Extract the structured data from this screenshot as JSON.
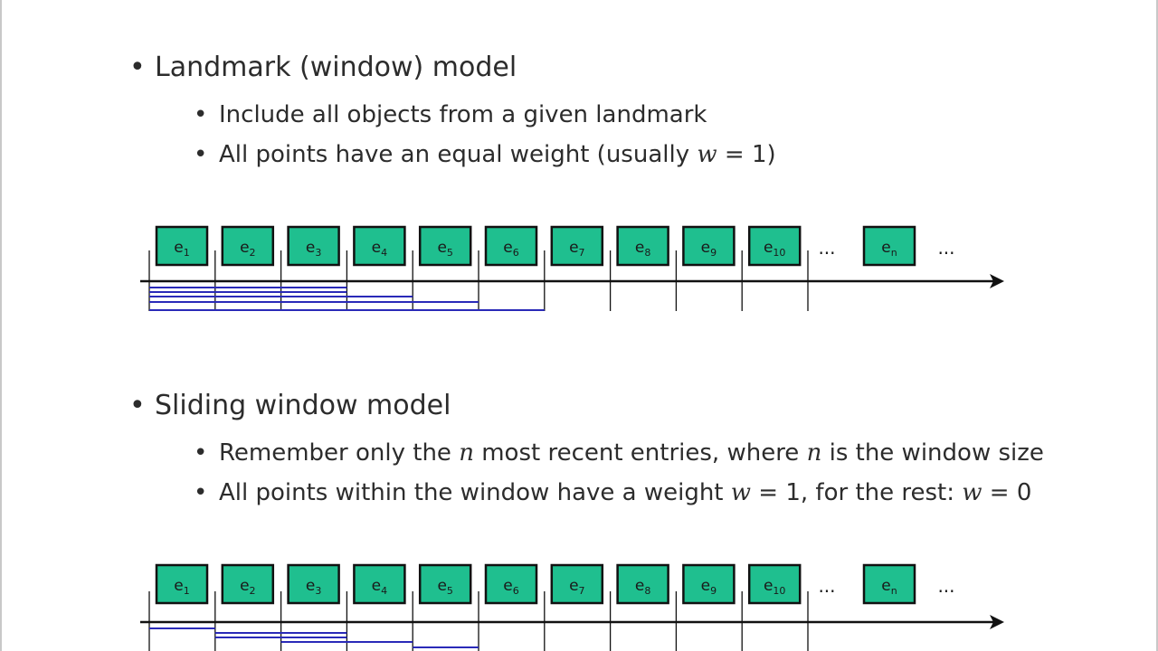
{
  "landmark": {
    "heading": "Landmark (window) model",
    "points": [
      {
        "text": "Include all objects from a given landmark"
      },
      {
        "before": "All points have an equal weight (usually ",
        "var": "w",
        "eq": " = 1",
        "after": ")"
      }
    ]
  },
  "sliding": {
    "heading": "Sliding window model",
    "p1": {
      "a": "Remember only the ",
      "n1": "n",
      "b": " most recent entries, where ",
      "n2": "n",
      "c": " is the window size"
    },
    "p2": {
      "a": "All points within the window have a weight ",
      "w1": "w",
      "eq1": " = 1",
      "b": ", for the rest: ",
      "w2": "w",
      "eq2": " = 0"
    }
  },
  "timeline": {
    "base": "e",
    "subs": [
      "1",
      "2",
      "3",
      "4",
      "5",
      "6",
      "7",
      "8",
      "9",
      "10"
    ],
    "gap_label": "...",
    "last_sub": "n",
    "trailing_label": "..."
  },
  "colors": {
    "box_fill": "#1fbf8f",
    "box_stroke": "#111111",
    "window_line": "#2a2ab8",
    "axis": "#111111",
    "text": "#2c2c2c"
  }
}
